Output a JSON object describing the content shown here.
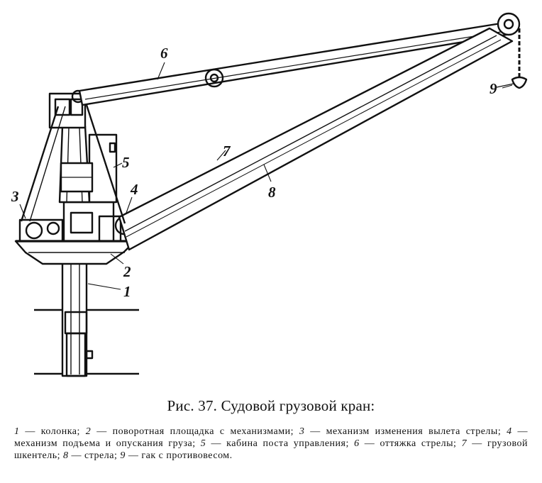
{
  "figure": {
    "labels": [
      "1",
      "2",
      "3",
      "4",
      "5",
      "6",
      "7",
      "8",
      "9"
    ]
  },
  "caption": {
    "title": "Рис. 37. Судовой грузовой кран:",
    "items": [
      {
        "num": "1",
        "text": " — колонка; "
      },
      {
        "num": "2",
        "text": " — поворотная площадка с механизмами; "
      },
      {
        "num": "3",
        "text": " — механизм изменения вылета стрелы; "
      },
      {
        "num": "4",
        "text": " — механизм подъема и опускания груза; "
      },
      {
        "num": "5",
        "text": " — кабина поста управления; "
      },
      {
        "num": "6",
        "text": " — оттяжка стрелы; "
      },
      {
        "num": "7",
        "text": " — грузовой шкентель; "
      },
      {
        "num": "8",
        "text": " — стрела; "
      },
      {
        "num": "9",
        "text": " — гак с противовесом."
      }
    ]
  }
}
